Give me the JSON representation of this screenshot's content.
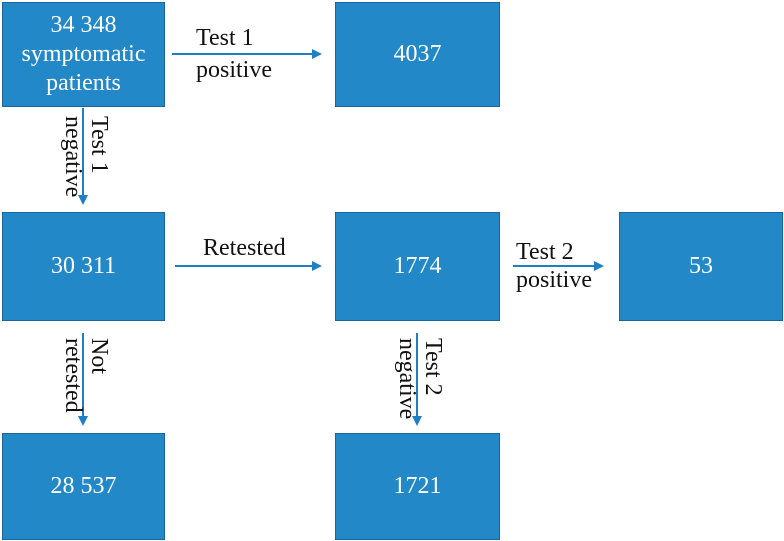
{
  "nodes": {
    "symptomatic": [
      "34 348",
      "symptomatic",
      "patients"
    ],
    "test1_positive_count": "4037",
    "test1_negative_count": "30 311",
    "retested_count": "1774",
    "test2_positive_count": "53",
    "not_retested_count": "28 537",
    "test2_negative_count": "1721"
  },
  "edges": {
    "test1_positive": [
      "Test 1",
      "positive"
    ],
    "test1_negative": [
      "Test 1",
      "negative"
    ],
    "retested": "Retested",
    "test2_positive": [
      "Test 2",
      "positive"
    ],
    "not_retested": [
      "Not",
      "retested"
    ],
    "test2_negative": [
      "Test 2",
      "negative"
    ]
  },
  "colors": {
    "box_fill": "#2388c8",
    "box_border": "#1a6698",
    "arrow": "#1f7fc4",
    "text_on_box": "#ffffff",
    "label_text": "#111111"
  }
}
